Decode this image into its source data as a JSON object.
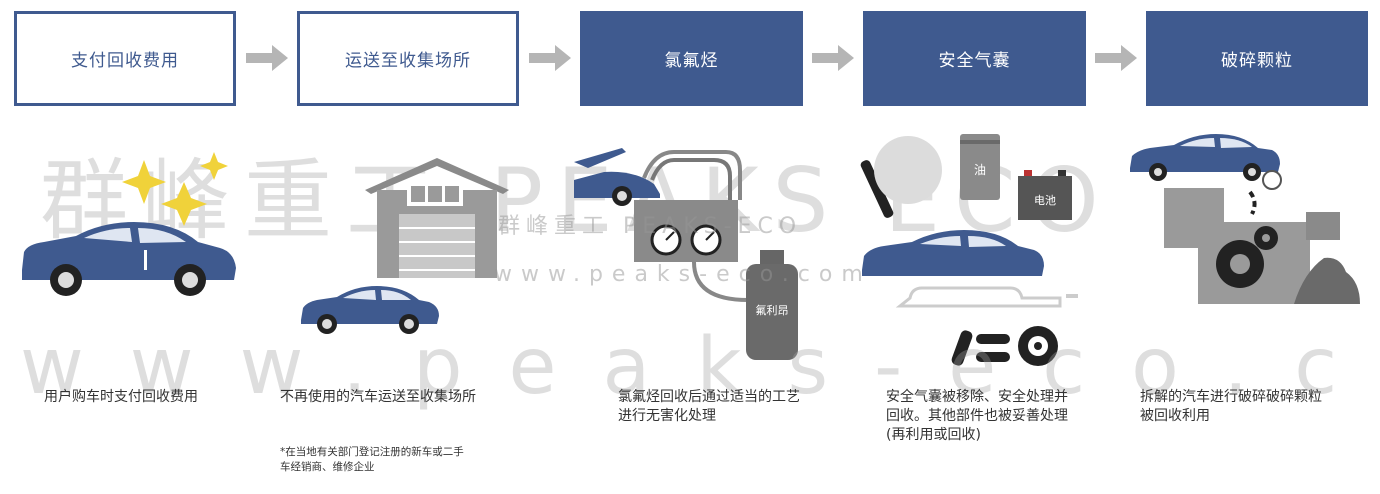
{
  "colors": {
    "primary": "#3f5a8f",
    "arrow": "#b5b5b5",
    "gray": "#9a9a9a",
    "dark": "#222222"
  },
  "steps": [
    {
      "title": "支付回收费用",
      "description": "用户购车时支付回收费用"
    },
    {
      "title": "运送至收集场所",
      "description": "不再使用的汽车运送至收集场所"
    },
    {
      "title": "氯氟烃",
      "description": "氯氟烃回收后通过适当的工艺\n进行无害化处理"
    },
    {
      "title": "安全气囊",
      "description": "安全气囊被移除、安全处理并\n回收。其他部件也被妥善处理\n(再利用或回收)"
    },
    {
      "title": "破碎颗粒",
      "description": "拆解的汽车进行破碎破碎颗粒\n被回收利用"
    }
  ],
  "note": "*在当地有关部门登记注册的新车或二手\n车经销商、维修企业",
  "labels": {
    "tank": "氟利昂",
    "oil": "油",
    "battery": "电池"
  },
  "watermark": {
    "big": "群峰重工 PEAKS ECO",
    "mid1": "群峰重工 PEAKS-ECO",
    "mid2": "www.peaks-eco.com",
    "bottom": "www.peaks-eco.com"
  }
}
